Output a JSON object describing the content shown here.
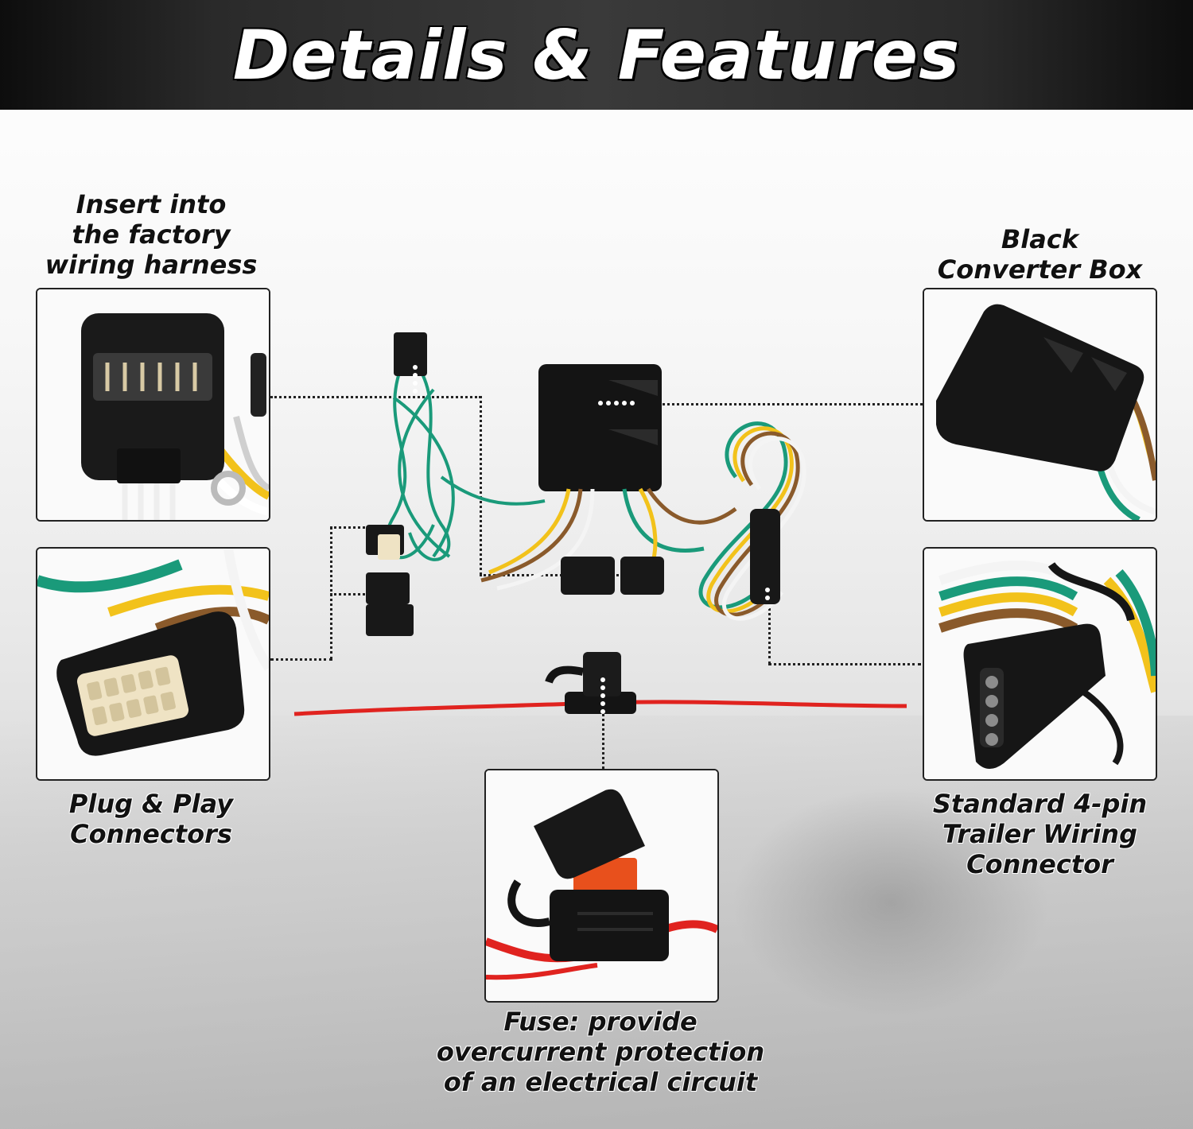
{
  "header": {
    "title": "Details & Features"
  },
  "captions": {
    "factory_harness": [
      "Insert into",
      "the factory",
      "wiring harness"
    ],
    "converter_box": [
      "Black",
      "Converter Box"
    ],
    "plug_play": [
      "Plug & Play",
      "Connectors"
    ],
    "trailer_connector": [
      "Standard 4-pin",
      "Trailer Wiring",
      "Connector"
    ],
    "fuse": [
      "Fuse: provide",
      "overcurrent protection",
      "of an electrical circuit"
    ]
  },
  "colors": {
    "wire_green": "#1a9a7a",
    "wire_yellow": "#f2c21b",
    "wire_brown": "#8a5a2b",
    "wire_white": "#f4f4f4",
    "wire_red": "#e0231f",
    "plastic_black": "#141414",
    "fuse_orange": "#e8501c",
    "connector_cream": "#efe3c4"
  }
}
